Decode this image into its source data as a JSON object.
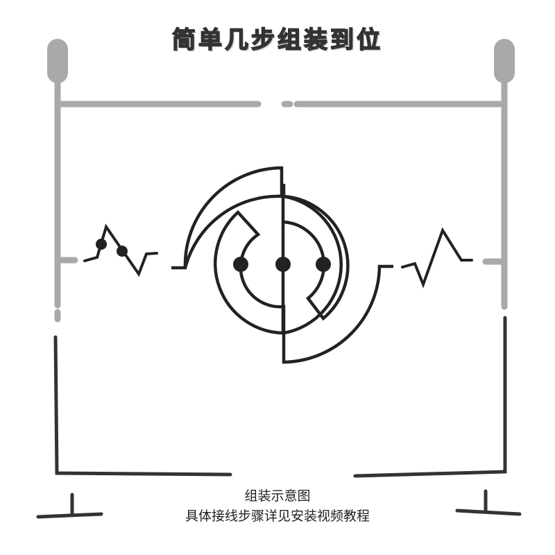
{
  "title": "简单几步组装到位",
  "caption_line1": "组装示意图",
  "caption_line2": "具体接线步骤详见安装视频教程",
  "colors": {
    "upper_frame": "#a9a9a9",
    "lower_frame": "#333333",
    "line_art": "#222222",
    "background": "#ffffff"
  },
  "icons": [
    "bulb-socket-left",
    "bulb-socket-right",
    "zigzag-wire-left",
    "zigzag-wire-right",
    "circular-connector"
  ]
}
